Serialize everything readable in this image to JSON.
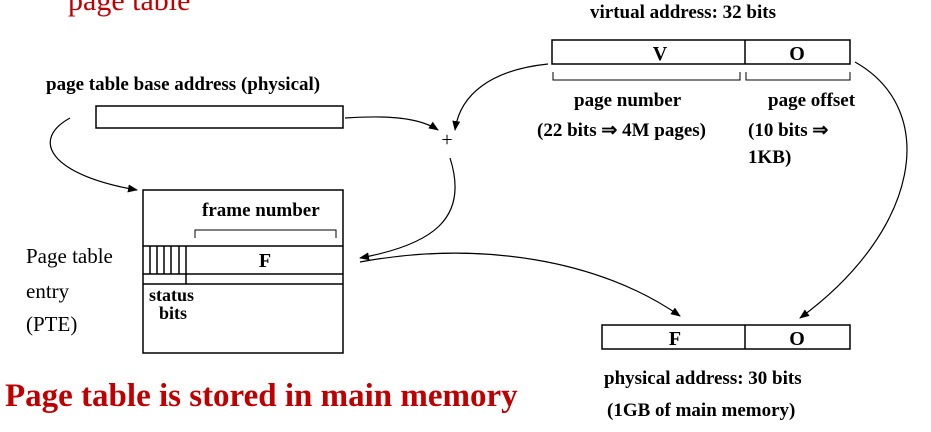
{
  "title_fragment": "page table",
  "virtual_address": {
    "label": "virtual address: 32 bits",
    "fields": [
      "V",
      "O"
    ]
  },
  "page_number": {
    "label": "page number",
    "detail": "(22 bits ⇒ 4M pages)"
  },
  "page_offset": {
    "label": "page offset",
    "detail_line1": "(10 bits ⇒",
    "detail_line2": "1KB)"
  },
  "base_address_label": "page table base address (physical)",
  "adder_symbol": "+",
  "page_table": {
    "frame_number_label": "frame number",
    "field": "F",
    "status_line1": "status",
    "status_line2": "bits"
  },
  "pte_label": {
    "line1": "Page table",
    "line2": "entry",
    "line3": "(PTE)"
  },
  "physical_address": {
    "fields": [
      "F",
      "O"
    ],
    "label": "physical address: 30 bits",
    "detail": "(1GB of main memory)"
  },
  "footer": "Page table is stored in main memory",
  "colors": {
    "accent_red": "#c00000",
    "line": "#000000"
  }
}
